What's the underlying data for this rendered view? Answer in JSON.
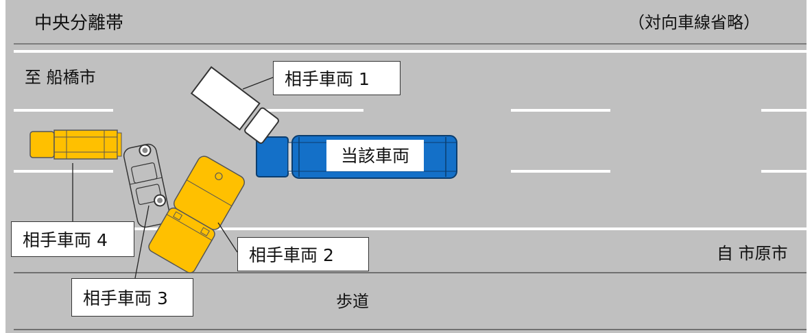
{
  "labels": {
    "median": "中央分離帯",
    "omitted": "（対向車線省略）",
    "to_city": "至 船橋市",
    "from_city": "自 市原市",
    "sidewalk": "歩道"
  },
  "vehicles": {
    "subject": "当該車両",
    "other1": "相手車両 1",
    "other2": "相手車両 2",
    "other3": "相手車両 3",
    "other4": "相手車両 4"
  },
  "colors": {
    "road": "#c0c0c0",
    "lane_marking": "#ffffff",
    "subject_vehicle": "#1470c8",
    "yellow_vehicle": "#ffc000",
    "white_vehicle": "#ffffff",
    "outline": "#333333"
  }
}
